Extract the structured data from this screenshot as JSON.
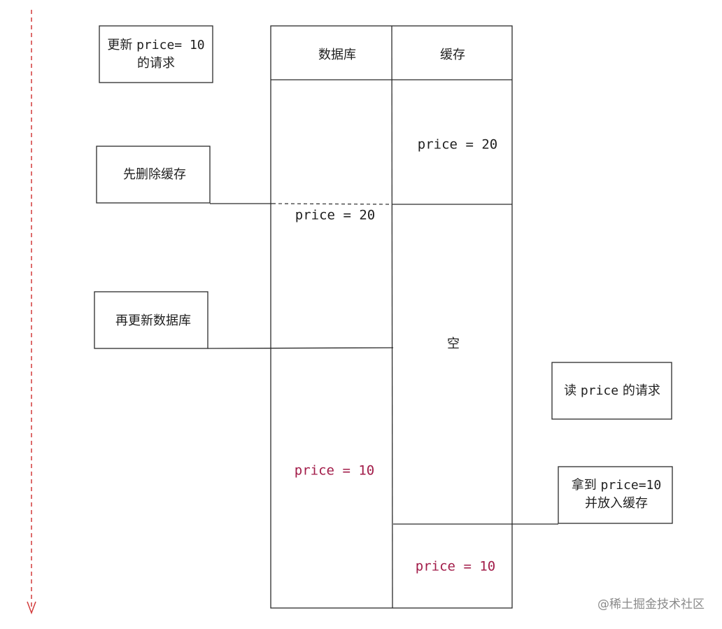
{
  "steps": {
    "update_request": "更新 price= 10\n的请求",
    "delete_cache": "先删除缓存",
    "update_db": "再更新数据库",
    "read_request": "读 price 的请求",
    "fetch_and_cache": "拿到 price=10\n并放入缓存"
  },
  "table": {
    "db_header": "数据库",
    "cache_header": "缓存",
    "cache_initial": "price = 20",
    "db_initial": "price = 20",
    "cache_empty": "空",
    "db_updated": "price = 10",
    "cache_updated": "price = 10"
  },
  "colors": {
    "stroke": "#2b2b2b",
    "timeline": "#d23a3a",
    "highlight_text": "#a21c49"
  },
  "watermark": "@稀土掘金技术社区"
}
